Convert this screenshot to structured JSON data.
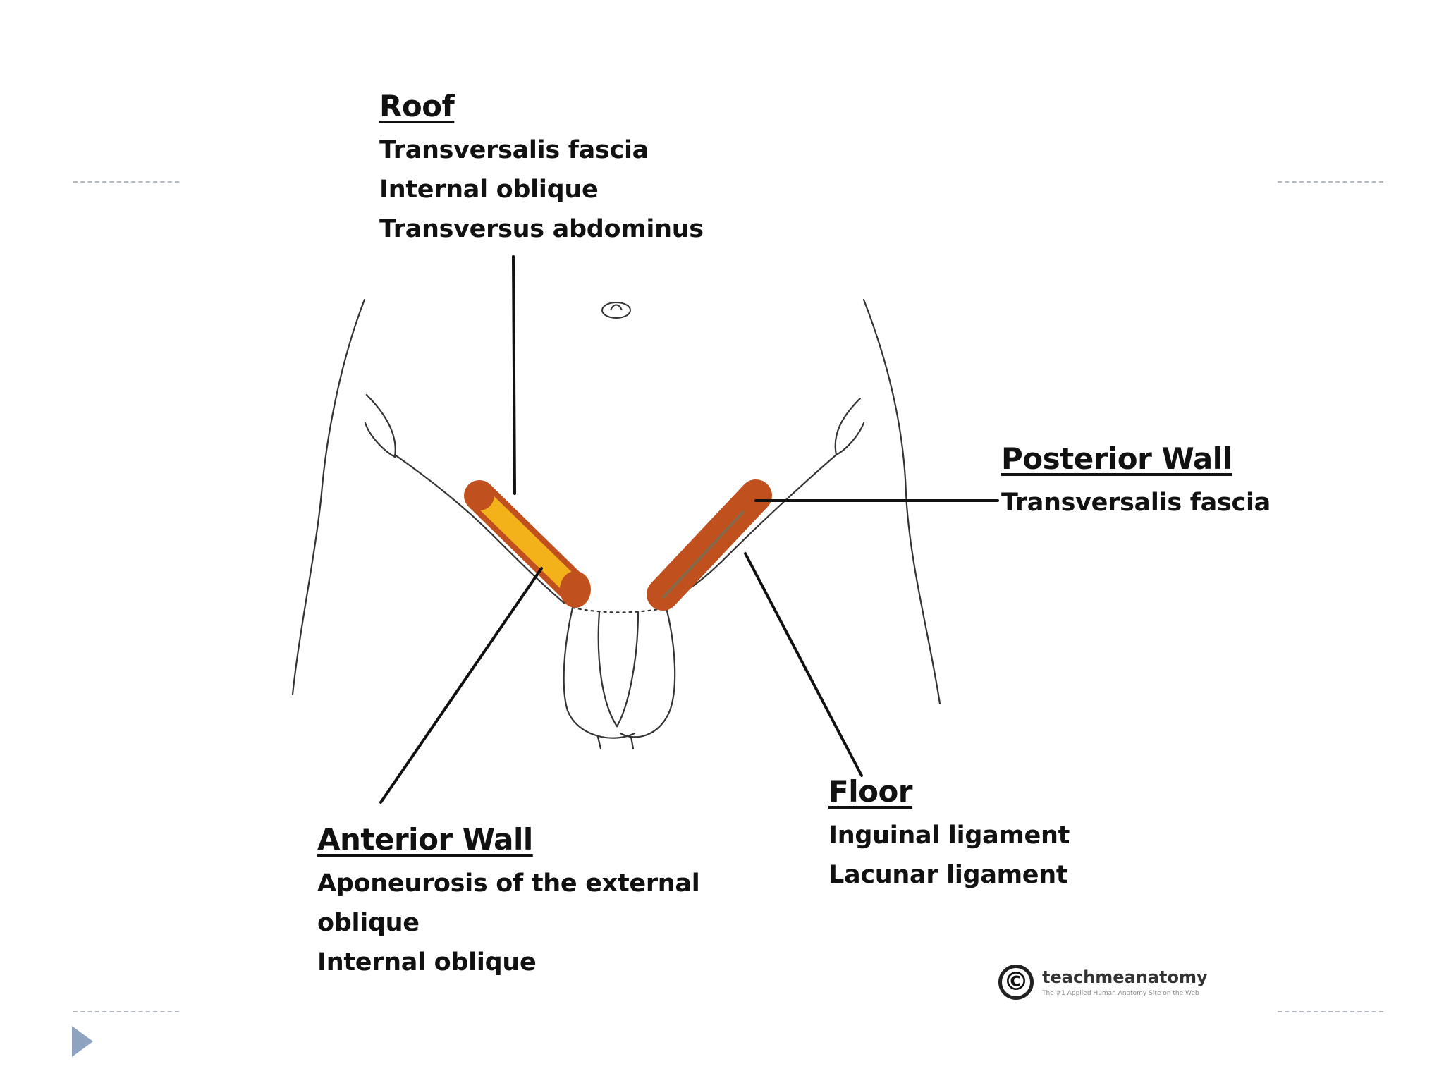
{
  "roof": {
    "heading": "Roof",
    "items": [
      "Transversalis fascia",
      "Internal oblique",
      "Transversus abdominus"
    ]
  },
  "posterior_wall": {
    "heading": "Posterior Wall",
    "items": [
      "Transversalis fascia"
    ]
  },
  "floor": {
    "heading": "Floor",
    "items": [
      "Inguinal ligament",
      "Lacunar ligament"
    ]
  },
  "anterior_wall": {
    "heading": "Anterior Wall",
    "items": [
      "Aponeurosis of the external",
      "oblique",
      "Internal oblique"
    ]
  },
  "logo": {
    "brand": "teachmeanatomy",
    "tagline": "The #1 Applied Human Anatomy Site on the Web"
  },
  "colors": {
    "canal_orange": "#c0501e",
    "canal_yellow": "#f4b21a",
    "guide": "#b4bac6",
    "bullet": "#8ea3bf"
  }
}
